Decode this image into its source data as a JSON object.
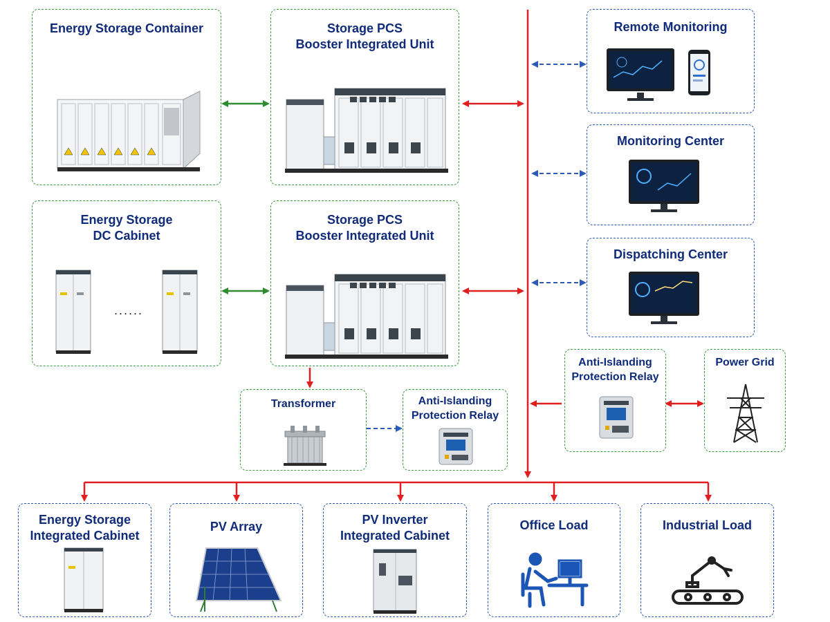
{
  "boxes": {
    "container": {
      "title": [
        "Energy Storage Container"
      ]
    },
    "pcs1": {
      "title": [
        "Storage PCS",
        "Booster Integrated Unit"
      ]
    },
    "dc_cabinet": {
      "title": [
        "Energy Storage",
        "DC Cabinet"
      ],
      "ellipsis": "......"
    },
    "pcs2": {
      "title": [
        "Storage PCS",
        "Booster Integrated Unit"
      ]
    },
    "transformer": {
      "title": [
        "Transformer"
      ]
    },
    "relay_left": {
      "title": [
        "Anti-Islanding",
        "Protection Relay"
      ]
    },
    "remote": {
      "title": [
        "Remote Monitoring"
      ]
    },
    "monitoring": {
      "title": [
        "Monitoring Center"
      ]
    },
    "dispatching": {
      "title": [
        "Dispatching Center"
      ]
    },
    "relay_right": {
      "title": [
        "Anti-Islanding",
        "Protection Relay"
      ]
    },
    "grid": {
      "title": [
        "Power Grid"
      ]
    },
    "es_cabinet": {
      "title": [
        "Energy Storage",
        "Integrated Cabinet"
      ]
    },
    "pv_array": {
      "title": [
        "PV Array"
      ]
    },
    "pv_inverter": {
      "title": [
        "PV Inverter",
        "Integrated Cabinet"
      ]
    },
    "office": {
      "title": [
        "Office Load"
      ]
    },
    "industrial": {
      "title": [
        "Industrial Load"
      ]
    }
  },
  "colors": {
    "green": "#2e8b2e",
    "red": "#e02020",
    "blue": "#2c5bb5",
    "title": "#0f2b7a"
  }
}
